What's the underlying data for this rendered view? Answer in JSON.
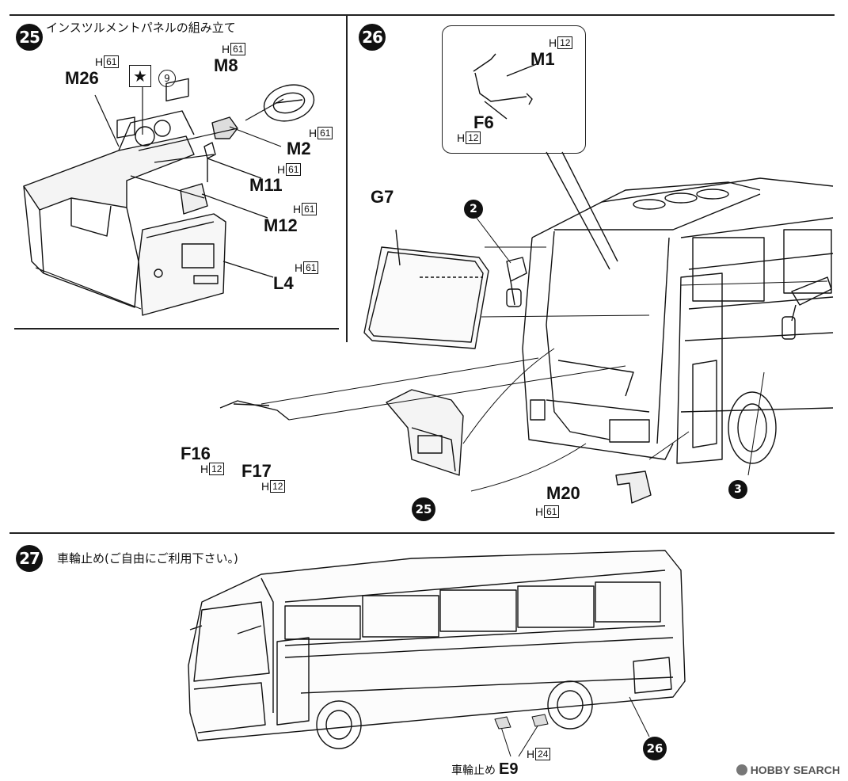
{
  "steps": {
    "s25": {
      "number": "25",
      "title": "インスツルメントパネルの組み立て"
    },
    "s26": {
      "number": "26"
    },
    "s27": {
      "number": "27",
      "title": "車輪止め(ご自由にご利用下さい。)"
    }
  },
  "step25_parts": {
    "m26": {
      "label": "M26",
      "runner": "H",
      "num": "61"
    },
    "m8": {
      "label": "M8",
      "runner": "H",
      "num": "61"
    },
    "m2": {
      "label": "M2",
      "runner": "H",
      "num": "61"
    },
    "m11": {
      "label": "M11",
      "runner": "H",
      "num": "61"
    },
    "m12": {
      "label": "M12",
      "runner": "H",
      "num": "61"
    },
    "l4": {
      "label": "L4",
      "runner": "H",
      "num": "61"
    },
    "decal": {
      "symbol": "★",
      "number": "9"
    }
  },
  "step26_parts": {
    "m1": {
      "label": "M1",
      "runner": "H",
      "num": "12"
    },
    "f6": {
      "label": "F6",
      "runner": "H",
      "num": "12"
    },
    "g7": {
      "label": "G7"
    },
    "ref2": "2",
    "ref3": "3",
    "ref25": "25",
    "f16": {
      "label": "F16",
      "runner": "H",
      "num": "12"
    },
    "f17": {
      "label": "F17",
      "runner": "H",
      "num": "12"
    },
    "m20": {
      "label": "M20",
      "runner": "H",
      "num": "61"
    }
  },
  "step27_parts": {
    "wheel_chock_text": "車輪止め",
    "e9": {
      "label": "E9",
      "runner": "H",
      "num": "24"
    },
    "ref26": "26"
  },
  "watermark": {
    "text": "HOBBY SEARCH"
  }
}
